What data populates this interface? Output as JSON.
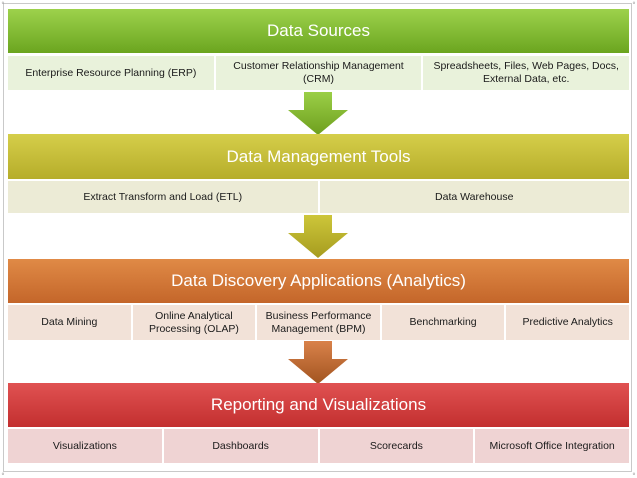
{
  "bands": [
    {
      "title": "Data Sources",
      "color_top": "#9dd24c",
      "color_bottom": "#6ba51f",
      "cell_color": "#e9f2db",
      "items": [
        "Enterprise Resource Planning (ERP)",
        "Customer Relationship Management (CRM)",
        "Spreadsheets, Files, Web Pages, Docs, External Data, etc."
      ]
    },
    {
      "title": "Data Management Tools",
      "color_top": "#d5ce4a",
      "color_bottom": "#b6ad2a",
      "cell_color": "#ecebd6",
      "items": [
        "Extract Transform and Load (ETL)",
        "Data Warehouse"
      ]
    },
    {
      "title": "Data Discovery Applications (Analytics)",
      "color_top": "#e08a46",
      "color_bottom": "#c4662a",
      "cell_color": "#f2e2d8",
      "items": [
        "Data Mining",
        "Online Analytical Processing (OLAP)",
        "Business Performance Management (BPM)",
        "Benchmarking",
        "Predictive Analytics"
      ]
    },
    {
      "title": "Reporting and Visualizations",
      "color_top": "#e05252",
      "color_bottom": "#c32f2f",
      "cell_color": "#efd3d3",
      "items": [
        "Visualizations",
        "Dashboards",
        "Scorecards",
        "Microsoft Office Integration"
      ]
    }
  ],
  "arrows": [
    {
      "from": "#9bcf47",
      "to": "#6e9f1e"
    },
    {
      "from": "#cdc63a",
      "to": "#a69c1f"
    },
    {
      "from": "#d9824a",
      "to": "#a25420"
    }
  ]
}
